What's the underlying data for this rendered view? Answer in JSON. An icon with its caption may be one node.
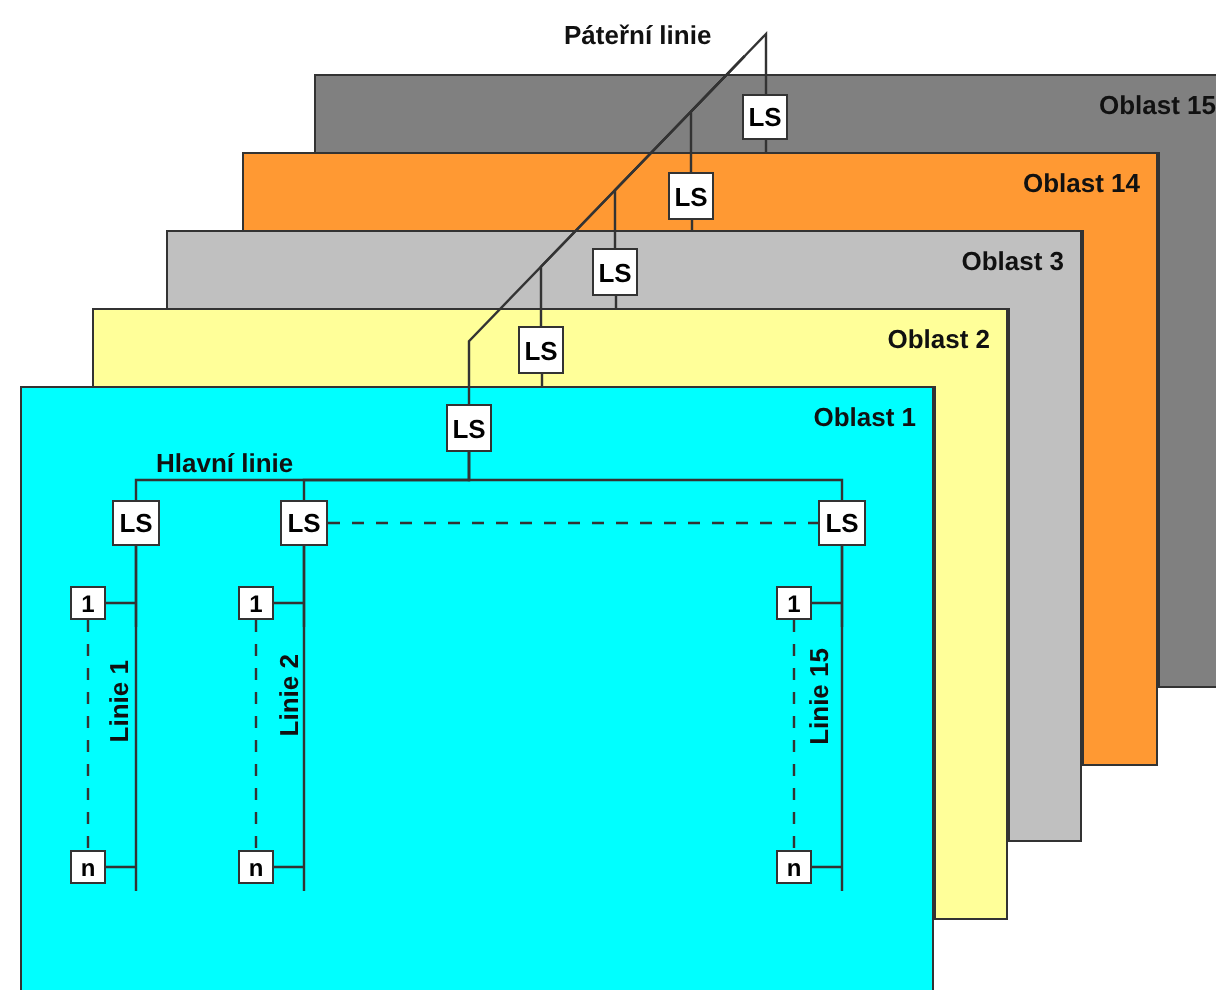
{
  "diagram": {
    "nodes": [
      {
        "text": [
          "Páteřní linie"
        ]
      },
      {
        "text": [
          "Oblast 15"
        ]
      },
      {
        "text": [
          "LS"
        ],
        "in": 1
      },
      {
        "text": [
          "Oblast 14"
        ]
      },
      {
        "text": [
          "LS"
        ],
        "in": 3
      },
      {
        "text": [
          "Oblast 3"
        ]
      },
      {
        "text": [
          "LS"
        ],
        "in": 5
      },
      {
        "text": [
          "Oblast 2"
        ]
      },
      {
        "text": [
          "LS"
        ],
        "in": 7
      },
      {
        "text": [
          "Oblast 1"
        ]
      },
      {
        "text": [
          "LS"
        ],
        "in": 9
      },
      {
        "text": [
          "LS"
        ],
        "in": 9
      },
      {
        "text": [
          "LS"
        ],
        "in": 9
      },
      {
        "text": [
          "LS"
        ],
        "in": 9
      },
      {
        "text": [
          "1"
        ],
        "in": 9
      },
      {
        "text": [
          "1"
        ],
        "in": 9
      },
      {
        "text": [
          "1"
        ],
        "in": 9
      },
      {
        "text": [
          "n"
        ],
        "in": 9
      },
      {
        "text": [
          "n"
        ],
        "in": 9
      },
      {
        "text": [
          "n"
        ],
        "in": 9
      }
    ],
    "edges": [
      {
        "from": 0,
        "to": 2,
        "arrow": "none"
      },
      {
        "from": 0,
        "to": 4,
        "arrow": "none"
      },
      {
        "from": 0,
        "to": 6,
        "arrow": "none"
      },
      {
        "from": 0,
        "to": 8,
        "arrow": "none"
      },
      {
        "from": 0,
        "to": 10,
        "arrow": "none"
      },
      {
        "from": 10,
        "to": 11,
        "arrow": "none"
      },
      {
        "from": 10,
        "to": 12,
        "arrow": "none"
      },
      {
        "from": 10,
        "to": 13,
        "arrow": "none"
      },
      {
        "from": 12,
        "to": 13,
        "arrow": "none",
        "style": "dashed"
      },
      {
        "from": 11,
        "to": 14,
        "arrow": "none"
      },
      {
        "from": 11,
        "to": 17,
        "arrow": "none"
      },
      {
        "from": 12,
        "to": 15,
        "arrow": "none"
      },
      {
        "from": 12,
        "to": 18,
        "arrow": "none"
      },
      {
        "from": 13,
        "to": 16,
        "arrow": "none"
      },
      {
        "from": 13,
        "to": 19,
        "arrow": "none"
      },
      {
        "from": 14,
        "to": 17,
        "arrow": "none",
        "style": "dashed"
      },
      {
        "from": 15,
        "to": 18,
        "arrow": "none",
        "style": "dashed"
      },
      {
        "from": 16,
        "to": 19,
        "arrow": "none",
        "style": "dashed"
      }
    ],
    "labels": [
      "Hlavní linie",
      "Linie 1",
      "Linie 2",
      "Linie 15"
    ]
  }
}
